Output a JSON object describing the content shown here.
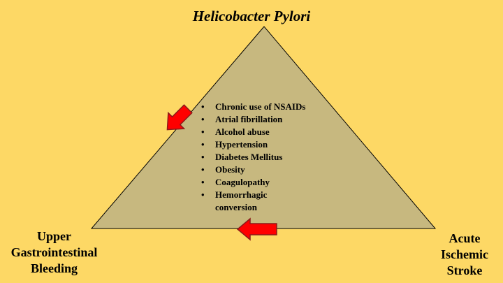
{
  "vertices": {
    "top": "Helicobacter Pylori",
    "bottom_left": [
      "Upper",
      "Gastrointestinal",
      "Bleeding"
    ],
    "bottom_right": [
      "Acute",
      "Ischemic",
      "Stroke"
    ]
  },
  "factors": [
    "Chronic use of NSAIDs",
    "Atrial fibrillation",
    "Alcohol abuse",
    "Hypertension",
    "Diabetes Mellitus",
    "Obesity",
    "Coagulopathy",
    "Hemorrhagic conversion"
  ],
  "colors": {
    "background": "#fdd865",
    "triangle_fill": "#c7b87f",
    "arrow_fill": "#ff0000"
  }
}
